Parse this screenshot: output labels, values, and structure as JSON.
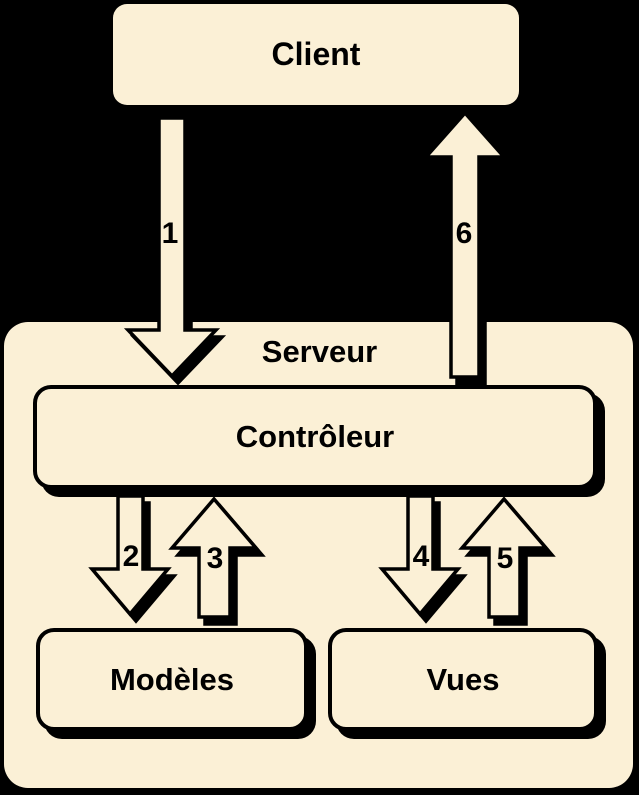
{
  "colors": {
    "background": "#000000",
    "shape_fill": "#FBF0D6",
    "outline": "#000000",
    "text": "#000000"
  },
  "nodes": {
    "client": {
      "label": "Client"
    },
    "serveur": {
      "label": "Serveur"
    },
    "controleur": {
      "label": "Contrôleur"
    },
    "modeles": {
      "label": "Modèles"
    },
    "vues": {
      "label": "Vues"
    }
  },
  "arrows": [
    {
      "label": "1",
      "direction": "down"
    },
    {
      "label": "2",
      "direction": "down"
    },
    {
      "label": "3",
      "direction": "up"
    },
    {
      "label": "4",
      "direction": "down"
    },
    {
      "label": "5",
      "direction": "up"
    },
    {
      "label": "6",
      "direction": "up"
    }
  ]
}
